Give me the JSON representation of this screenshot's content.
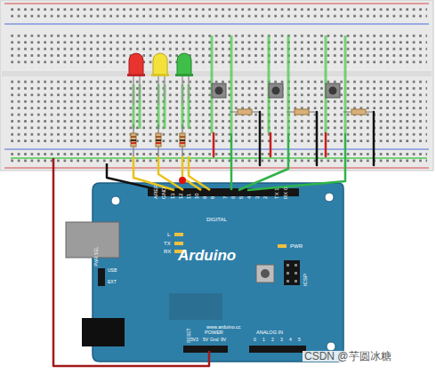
{
  "diagram": {
    "nodes": [
      {
        "text": [
          "Arduino"
        ]
      }
    ],
    "labels": [
      "AREF",
      "GND",
      "13",
      "12",
      "11",
      "10",
      "9",
      "8",
      "7",
      "6",
      "5",
      "4",
      "3",
      "2",
      "TX 1",
      "RX 0",
      "DIGITAL",
      "L",
      "TX",
      "RX",
      "PWR",
      "PWR SEL",
      "USB",
      "EXT",
      "ICSP",
      "www.arduino.cc",
      "RESET",
      "POWER",
      "3V3",
      "5V",
      "Gnd",
      "9V",
      "ANALOG IN",
      "0",
      "1",
      "2",
      "3",
      "4",
      "5",
      "CSDN @芋圆冰糖"
    ]
  }
}
